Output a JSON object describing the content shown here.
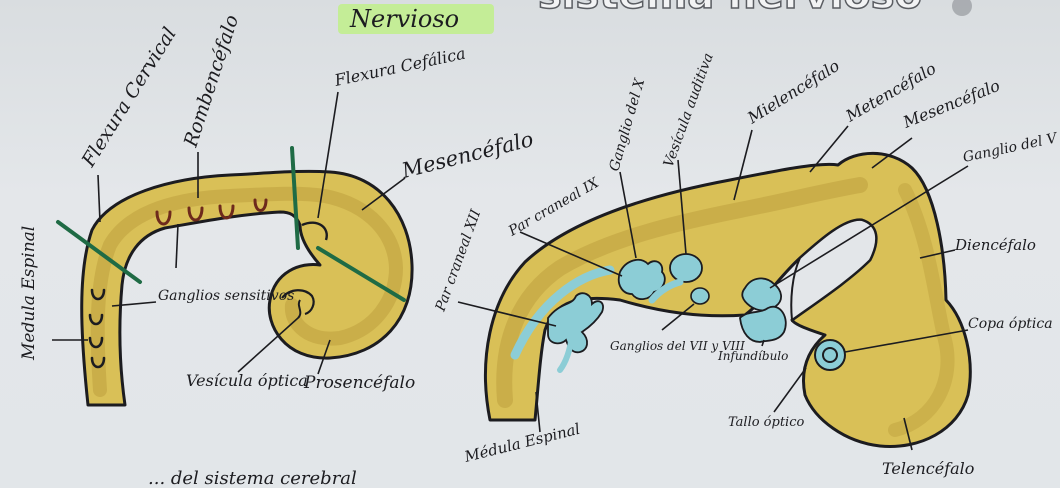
{
  "header": {
    "highlight_title": "Nervioso",
    "title_fragment": "sistema nervioso"
  },
  "left_diagram": {
    "labels": {
      "flexura_cervical": "Flexura Cervical",
      "rombencefalo": "Rombencéfalo",
      "flexura_cefalica": "Flexura Cefálica",
      "mesencefalo": "Mesencéfalo",
      "medula_espinal": "Medula Espinal",
      "ganglios_sensitivos": "Ganglios sensitivos",
      "vesicula_optica": "Vesícula óptica",
      "prosencefalo": "Prosencéfalo"
    },
    "bottom_caption": "... del sistema cerebral"
  },
  "right_diagram": {
    "labels": {
      "par_craneal_xii": "Par craneal XII",
      "par_craneal_ix": "Par craneal IX",
      "ganglio_del_x": "Ganglio del X",
      "vesicula_auditiva": "Vesícula auditiva",
      "mielencefalo": "Mielencéfalo",
      "metencefalo": "Metencéfalo",
      "mesencefalo": "Mesencéfalo",
      "ganglio_del_v": "Ganglio del V",
      "diencefalo": "Diencéfalo",
      "copa_optica": "Copa óptica",
      "ganglios_vii_viii": "Ganglios del VII y VIII",
      "infundibulo": "Infundíbulo",
      "tallo_optico": "Tallo óptico",
      "medula_espinal": "Médula Espinal",
      "telencefalo": "Telencéfalo"
    }
  },
  "colors": {
    "neural_tube_fill": "#d9c057",
    "neural_tube_shade": "#b99a3a",
    "ganglion_blue": "#8ccdd6",
    "cut_line_green": "#1f6b45",
    "ink": "#1c1c20",
    "highlighter": "#bff08a"
  }
}
